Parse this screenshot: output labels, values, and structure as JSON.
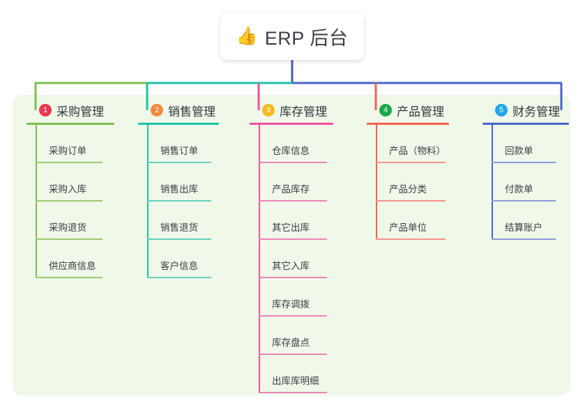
{
  "diagram": {
    "type": "mindmap-tree",
    "orientation": "top-down",
    "background_color": "#ffffff",
    "panel_color": "#eff8e9",
    "root": {
      "icon": "thumbs-up-icon",
      "icon_glyph": "👍",
      "title": "ERP 后台",
      "stem_color": "#4a5bbf"
    },
    "trunk_segments": [
      {
        "color": "#82bd4e",
        "from": "branch-1",
        "to": "branch-2"
      },
      {
        "color": "#18c3a5",
        "from": "branch-2",
        "to": "root-stem"
      },
      {
        "color": "#5a68cf",
        "from": "root-stem",
        "to": "branch-5"
      }
    ],
    "branches": [
      {
        "index": "1",
        "title": "采购管理",
        "badge_number": "1",
        "badge_color": "#e8384f",
        "line_color": "#82bd4e",
        "leaf_line_color": "#9ccb72",
        "items": [
          "采购订单",
          "采购入库",
          "采购退货",
          "供应商信息"
        ]
      },
      {
        "index": "2",
        "title": "销售管理",
        "badge_number": "2",
        "badge_color": "#f08b3c",
        "line_color": "#18c3a5",
        "leaf_line_color": "#66cfbe",
        "items": [
          "销售订单",
          "销售出库",
          "销售退货",
          "客户信息"
        ]
      },
      {
        "index": "3",
        "title": "库存管理",
        "badge_number": "3",
        "badge_color": "#f5b921",
        "line_color": "#ec4f9e",
        "leaf_line_color": "#ed82b6",
        "items": [
          "仓库信息",
          "产品库存",
          "其它出库",
          "其它入库",
          "库存调拨",
          "库存盘点",
          "出库库明细"
        ]
      },
      {
        "index": "4",
        "title": "产品管理",
        "badge_number": "4",
        "badge_color": "#19a84a",
        "line_color": "#f4604f",
        "leaf_line_color": "#f59289",
        "items": [
          "产品（物料）",
          "产品分类",
          "产品单位"
        ]
      },
      {
        "index": "5",
        "title": "财务管理",
        "badge_number": "5",
        "badge_color": "#22a7e8",
        "line_color": "#4a63c8",
        "leaf_line_color": "#8b9ddd",
        "items": [
          "回款单",
          "付款单",
          "结算账户"
        ]
      }
    ]
  }
}
